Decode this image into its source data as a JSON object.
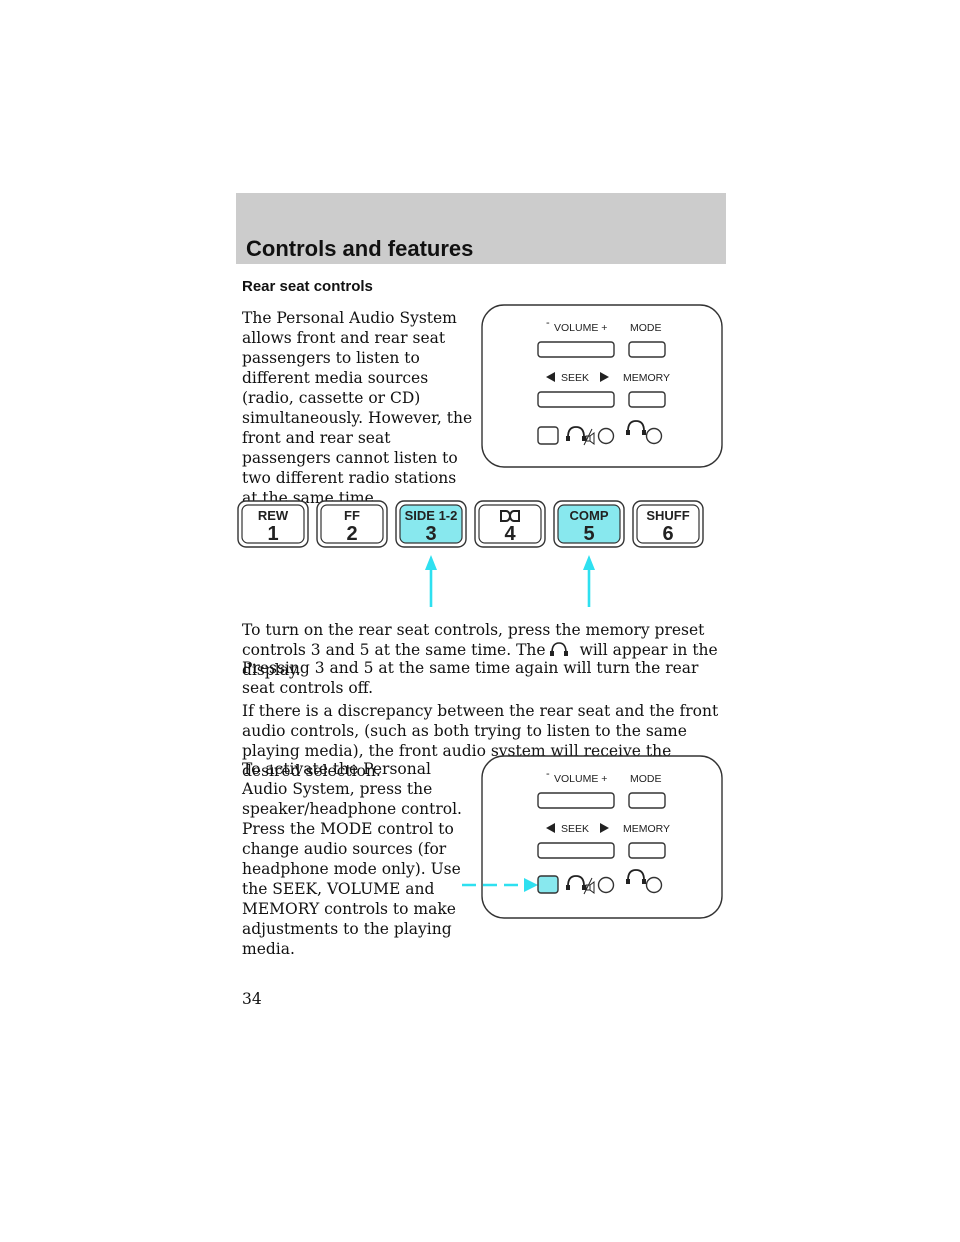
{
  "header": {
    "title": "Controls and features"
  },
  "section": {
    "title": "Rear seat controls"
  },
  "paragraphs": {
    "intro": "The Personal Audio System allows front and rear seat passengers to listen to different media sources (radio, cassette or CD) simultaneously. However, the front and rear seat passengers cannot listen to two different radio stations at the same time.",
    "turn_on_before": "To turn on the rear seat controls, press the memory preset controls 3 and 5 at the same time. The",
    "turn_on_after": "will appear in the display.",
    "turn_off": "Pressing 3 and 5 at the same time again will turn the rear seat controls off.",
    "discrepancy": "If there is a discrepancy between the rear seat and the front audio controls, (such as both trying to listen to the same playing media), the front audio system will receive the desired selection.",
    "activate": "To activate the Personal Audio System, press the speaker/headphone control. Press the MODE control to change audio sources (for headphone mode only). Use the SEEK, VOLUME and MEMORY controls to make adjustments to the playing media."
  },
  "rear_panel": {
    "volume_minus": "-",
    "volume_label": "VOLUME +",
    "mode_label": "MODE",
    "seek_label": "SEEK",
    "memory_label": "MEMORY"
  },
  "presets": [
    {
      "label": "REW",
      "number": "1",
      "highlighted": false
    },
    {
      "label": "FF",
      "number": "2",
      "highlighted": false
    },
    {
      "label": "SIDE 1-2",
      "number": "3",
      "highlighted": true
    },
    {
      "label": "",
      "number": "4",
      "highlighted": false,
      "icon": "dolby-icon"
    },
    {
      "label": "COMP",
      "number": "5",
      "highlighted": true
    },
    {
      "label": "SHUFF",
      "number": "6",
      "highlighted": false
    }
  ],
  "colors": {
    "header_band": "#cccccc",
    "highlight": "#88e8ee",
    "arrow": "#2ee0f0"
  },
  "page": {
    "number": "34"
  }
}
